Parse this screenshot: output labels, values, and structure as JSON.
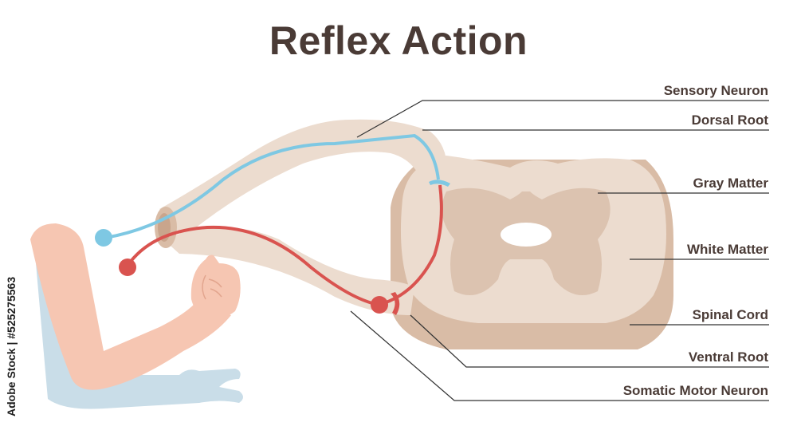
{
  "title": "Reflex Action",
  "labels": {
    "sensory_neuron": "Sensory Neuron",
    "dorsal_root": "Dorsal Root",
    "gray_matter": "Gray Matter",
    "white_matter": "White Matter",
    "spinal_cord": "Spinal Cord",
    "ventral_root": "Ventral Root",
    "somatic_motor_neuron": "Somatic Motor Neuron"
  },
  "watermark": "Adobe Stock | #525275563",
  "colors": {
    "title_text": "#4a3b36",
    "sensory_neuron": "#7ec8e3",
    "motor_neuron": "#d9534f",
    "white_matter": "#ecdccf",
    "gray_matter": "#dcc3b0",
    "nerve": "#ecdccf",
    "arm_skin": "#f6c6b2",
    "arm_shadow": "#c9dde8"
  }
}
